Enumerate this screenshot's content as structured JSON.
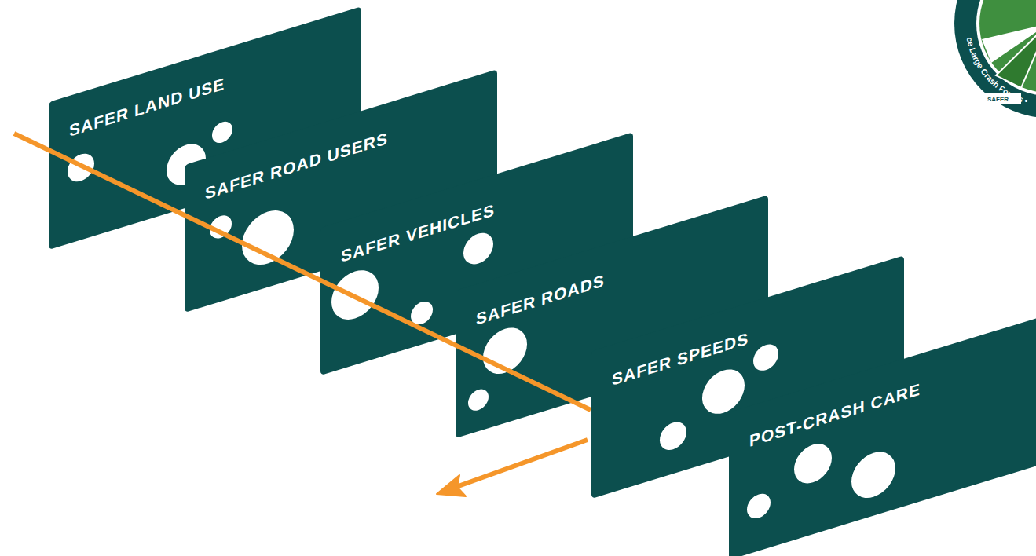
{
  "diagram": {
    "nodes": [
      {
        "text": [
          "SAFER LAND USE"
        ]
      },
      {
        "text": [
          "SAFER ROAD USERS"
        ]
      },
      {
        "text": [
          "SAFER VEHICLES"
        ]
      },
      {
        "text": [
          "SAFER ROADS"
        ]
      },
      {
        "text": [
          "SAFER SPEEDS"
        ]
      },
      {
        "text": [
          "POST-CRASH CARE"
        ]
      }
    ],
    "labels": [
      "ce Large Crash Forces •",
      "SAFER"
    ]
  }
}
